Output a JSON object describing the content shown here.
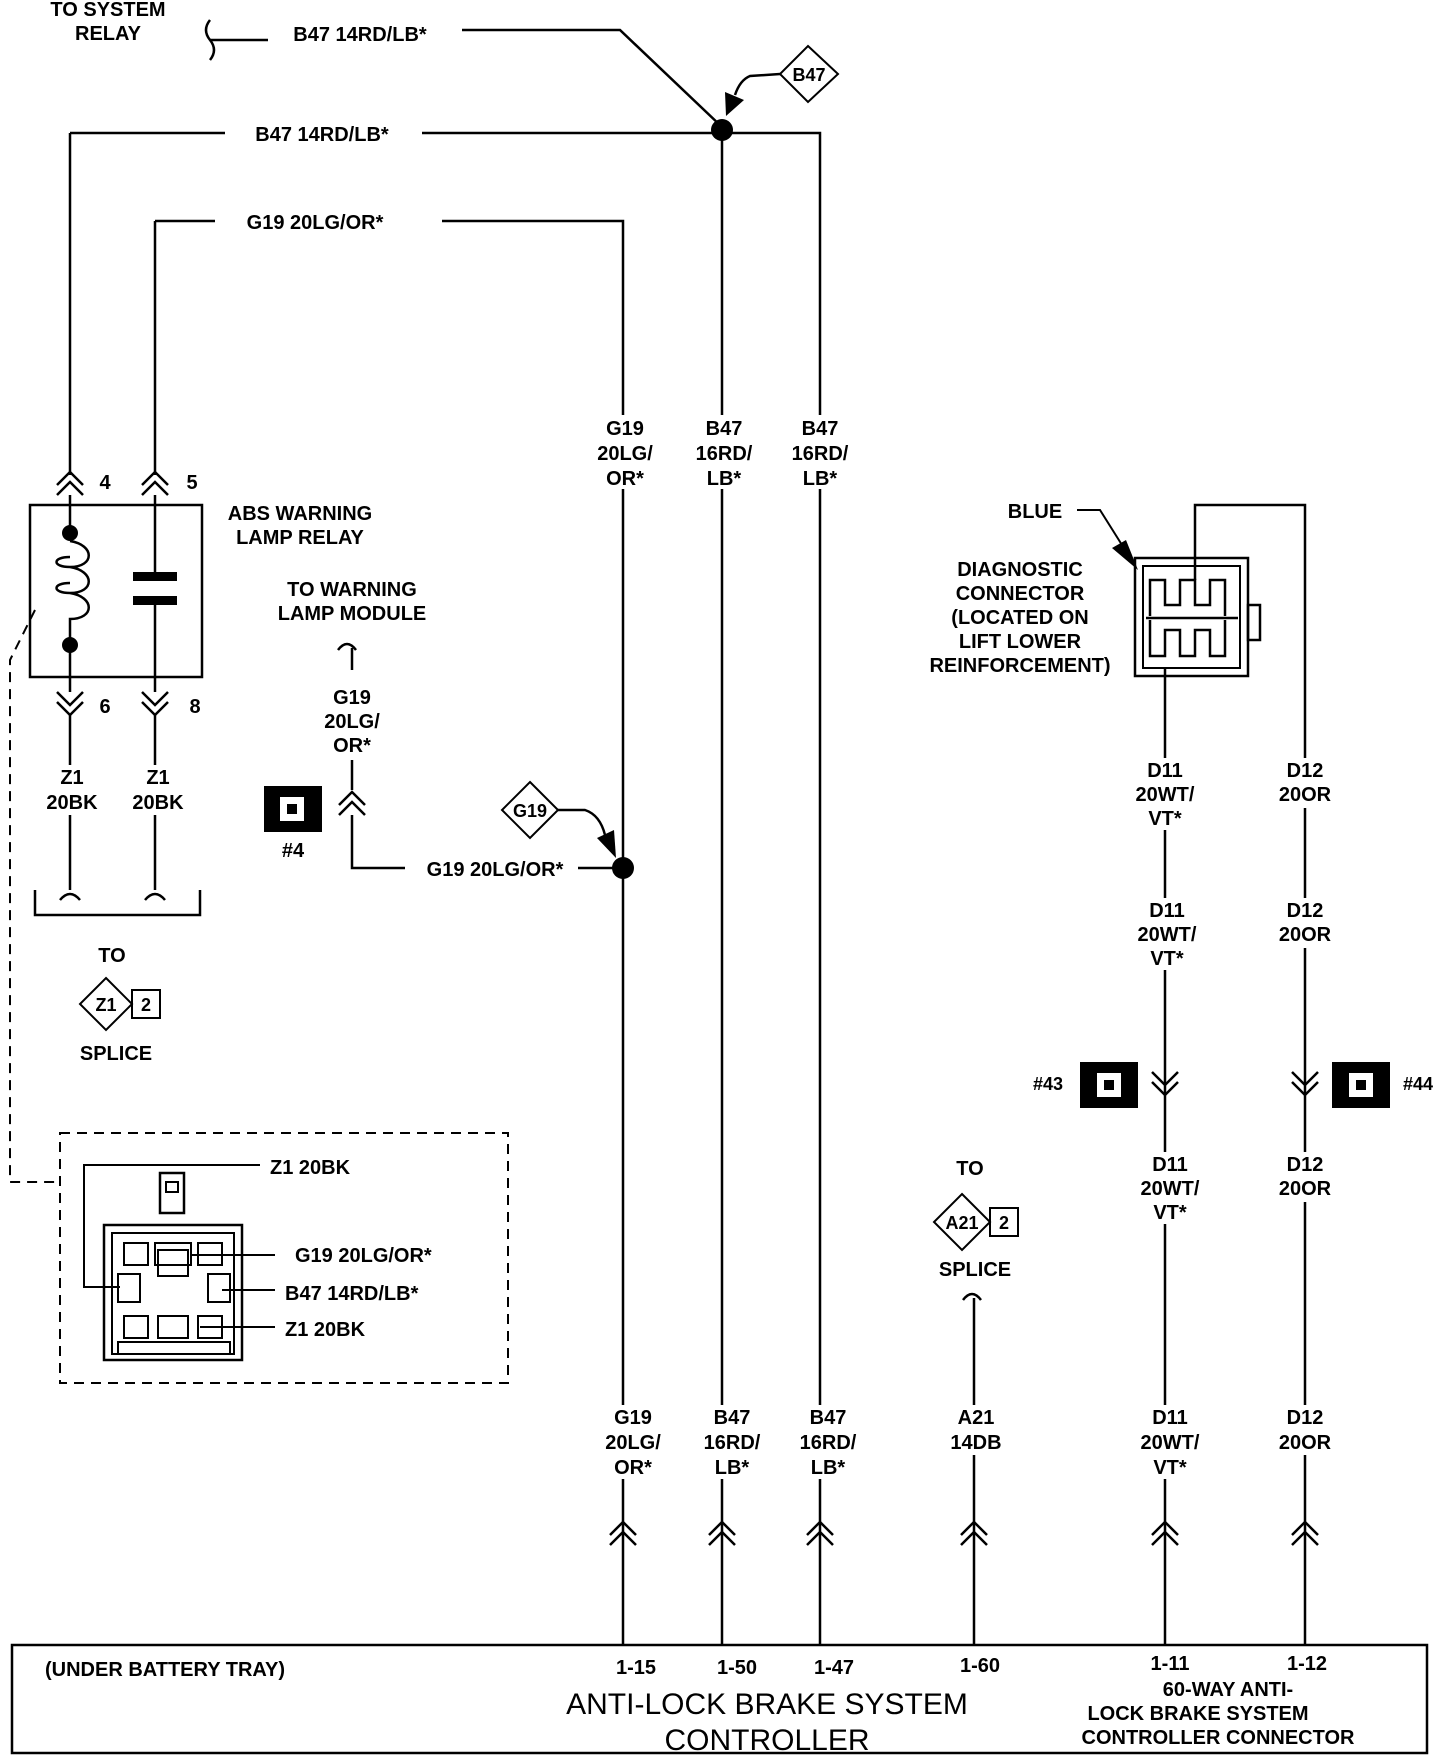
{
  "relay_feed": {
    "to_system_relay": [
      "TO  SYSTEM",
      "RELAY"
    ],
    "wire_top": "B47 14RD/LB*",
    "wire_second": "B47 14RD/LB*",
    "wire_g19_top": "G19 20LG/OR*",
    "splice_b47": "B47"
  },
  "abs_relay": {
    "title": [
      "ABS WARNING",
      "LAMP RELAY"
    ],
    "pin_4": "4",
    "pin_5": "5",
    "pin_6": "6",
    "pin_8": "8",
    "wire_6": [
      "Z1",
      "20BK"
    ],
    "wire_8": [
      "Z1",
      "20BK"
    ],
    "to_label": "TO",
    "splice_z1": "Z1",
    "splice_z1_num": "2",
    "splice_label": "SPLICE"
  },
  "warning_lamp": {
    "title": [
      "TO WARNING",
      "LAMP MODULE"
    ],
    "wire": [
      "G19",
      "20LG/",
      "OR*"
    ],
    "connector_num": "#4",
    "wire_h": "G19 20LG/OR*",
    "splice_g19": "G19"
  },
  "verticals": {
    "g19_upper": [
      "G19",
      "20LG/",
      "OR*"
    ],
    "b47a_upper": [
      "B47",
      "16RD/",
      "LB*"
    ],
    "b47b_upper": [
      "B47",
      "16RD/",
      "LB*"
    ]
  },
  "relay_connector_view": {
    "z1_top": "Z1 20BK",
    "g19": "G19 20LG/OR*",
    "b47": "B47 14RD/LB*",
    "z1_bottom": "Z1 20BK"
  },
  "diagnostic": {
    "color": "BLUE",
    "title": [
      "DIAGNOSTIC",
      "CONNECTOR",
      "(LOCATED ON",
      "LIFT LOWER",
      "REINFORCEMENT)"
    ],
    "d11_a": [
      "D11",
      "20WT/",
      "VT*"
    ],
    "d12_a": [
      "D12",
      "20OR"
    ],
    "d11_b": [
      "D11",
      "20WT/",
      "VT*"
    ],
    "d12_b": [
      "D12",
      "20OR"
    ],
    "conn_43": "#43",
    "conn_44": "#44",
    "d11_c": [
      "D11",
      "20WT/",
      "VT*"
    ],
    "d12_c": [
      "D12",
      "20OR"
    ]
  },
  "a21": {
    "to_label": "TO",
    "splice_a21": "A21",
    "splice_num": "2",
    "splice_label": "SPLICE"
  },
  "bottom_wires": {
    "g19": [
      "G19",
      "20LG/",
      "OR*"
    ],
    "b47a": [
      "B47",
      "16RD/",
      "LB*"
    ],
    "b47b": [
      "B47",
      "16RD/",
      "LB*"
    ],
    "a21": [
      "A21",
      "14DB"
    ],
    "d11": [
      "D11",
      "20WT/",
      "VT*"
    ],
    "d12": [
      "D12",
      "20OR"
    ]
  },
  "controller": {
    "location": "(UNDER BATTERY TRAY)",
    "pins": [
      "1-15",
      "1-50",
      "1-47",
      "1-60",
      "1-11",
      "1-12"
    ],
    "title": [
      "ANTI-LOCK BRAKE SYSTEM",
      "CONTROLLER"
    ],
    "connector": [
      "60-WAY ANTI-",
      "LOCK BRAKE SYSTEM",
      "CONTROLLER CONNECTOR"
    ]
  }
}
